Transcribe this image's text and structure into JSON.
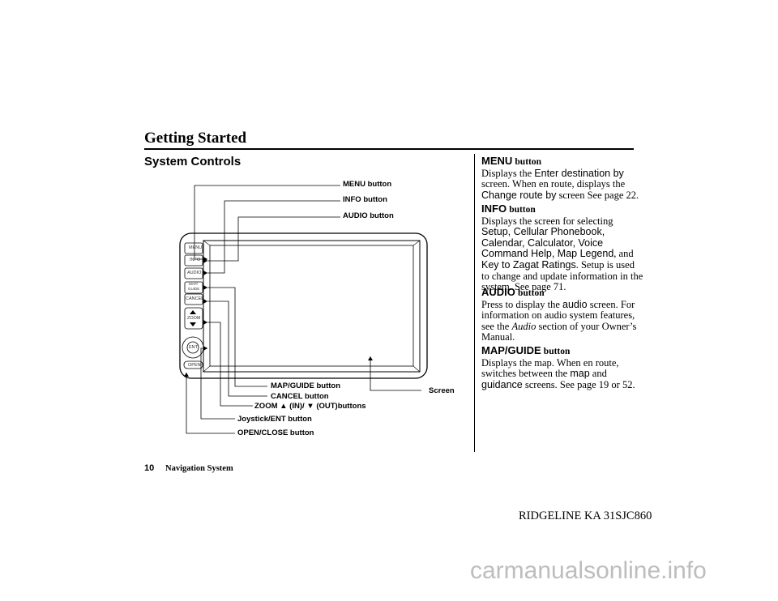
{
  "header": {
    "section": "Getting Started",
    "subtitle": "System Controls"
  },
  "diagram": {
    "callouts": {
      "menu": "MENU button",
      "info": "INFO button",
      "audio": "AUDIO button",
      "map_guide": "MAP/GUIDE button",
      "cancel": "CANCEL button",
      "zoom": "ZOOM ▲ (IN)/ ▼ (OUT)buttons",
      "joystick": "Joystick/ENT button",
      "open_close": "OPEN/CLOSE button",
      "screen": "Screen"
    },
    "device_buttons": {
      "menu": "MENU",
      "info": "INFO",
      "audio": "AUDIO",
      "map": "MAP/",
      "guide": "GUIDE",
      "cancel": "CANCEL",
      "zoom": "ZOOM",
      "ent": "ENT",
      "open": "OPEN"
    }
  },
  "descriptions": {
    "menu": {
      "name": "MENU",
      "suffix": "button",
      "t1": "Displays the ",
      "s1": "Enter destination by",
      "t2": " screen. When en route, displays the ",
      "s2": "Change route by",
      "t3": " screen See page 22."
    },
    "info": {
      "name": "INFO",
      "suffix": "button",
      "t1": "Displays the screen for selecting ",
      "s1": "Setup, Cellular Phonebook, Calendar, Calculator, Voice Command Help, Map Legend",
      "t2": ", and ",
      "s2": "Key to Zagat Ratings",
      "t3": ". Setup is used to change and update information in the system. See page 71."
    },
    "audio": {
      "name": "AUDIO",
      "suffix": "button",
      "t1": "Press to display the ",
      "s1": "audio",
      "t2": " screen. For information on audio system features, see the ",
      "i1": "Audio",
      "t3": " section of your Owner’s Manual."
    },
    "map_guide": {
      "name": "MAP/GUIDE",
      "suffix": "button",
      "t1": "Displays the map. When en route, switches between the ",
      "s1": "map",
      "t2": " and ",
      "s2": "guidance",
      "t3": " screens. See page 19 or 52."
    }
  },
  "footer": {
    "page_number": "10",
    "book": "Navigation System",
    "model": "RIDGELINE KA  31SJC860"
  },
  "watermark": "carmanualsonline.info"
}
